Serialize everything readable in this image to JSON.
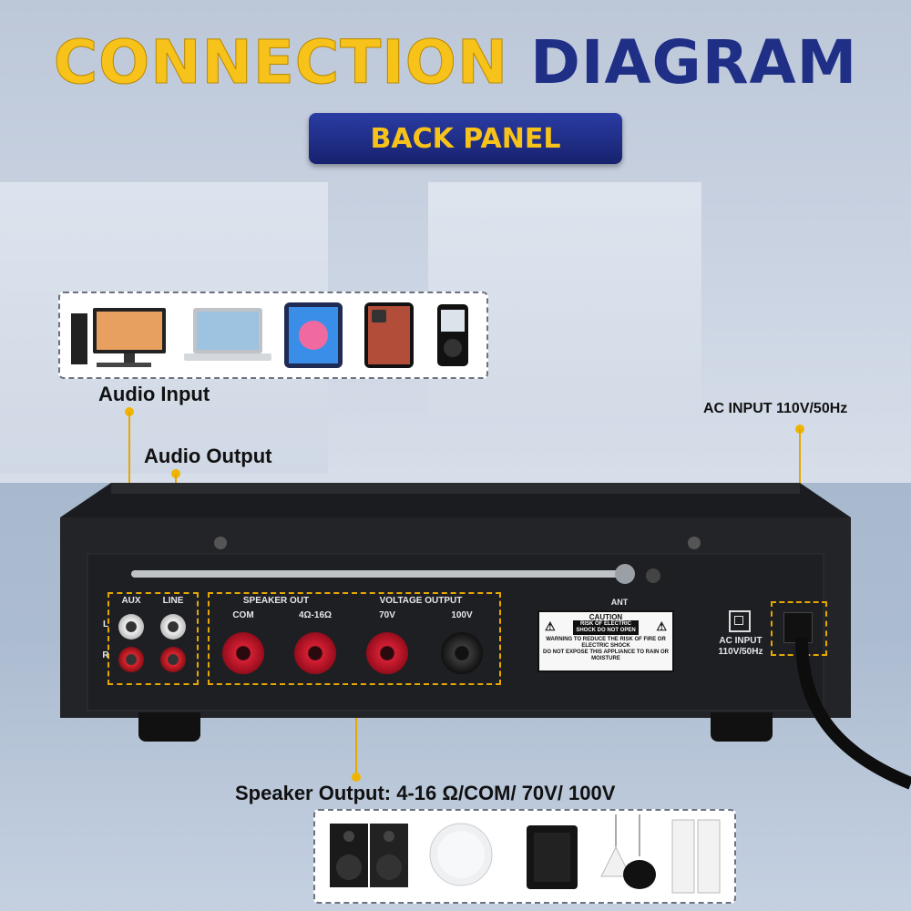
{
  "header": {
    "title_part1": "CONNECTION",
    "title_part2": "DIAGRAM",
    "subtitle": "BACK PANEL"
  },
  "labels": {
    "audio_input": "Audio Input",
    "audio_output": "Audio Output",
    "ac_input_top": "AC INPUT 110V/50Hz",
    "speaker_output": "Speaker Output: 4-16 Ω/COM/ 70V/ 100V"
  },
  "panel": {
    "aux": "AUX",
    "line": "LINE",
    "speaker_out": "SPEAKER OUT",
    "voltage_output": "VOLTAGE OUTPUT",
    "terminals": [
      "COM",
      "4Ω-16Ω",
      "70V",
      "100V"
    ],
    "ant": "ANT",
    "caution_title": "CAUTION",
    "caution_risk": "RISK OF ELECTRIC SHOCK DO NOT OPEN",
    "caution_warning": "WARNING TO REDUCE THE RISK OF FIRE OR ELECTRIC SHOCK",
    "caution_expose": "DO NOT EXPOSE THIS APPLIANCE TO RAIN OR MOISTURE",
    "ac_input_line1": "AC INPUT",
    "ac_input_line2": "110V/50Hz",
    "channel_l": "L",
    "channel_r": "R"
  },
  "colors": {
    "accent_yellow": "#f7c21a",
    "navy": "#1f2f86",
    "terminal_red": "#c8102e",
    "leader_line": "#e6a700"
  }
}
